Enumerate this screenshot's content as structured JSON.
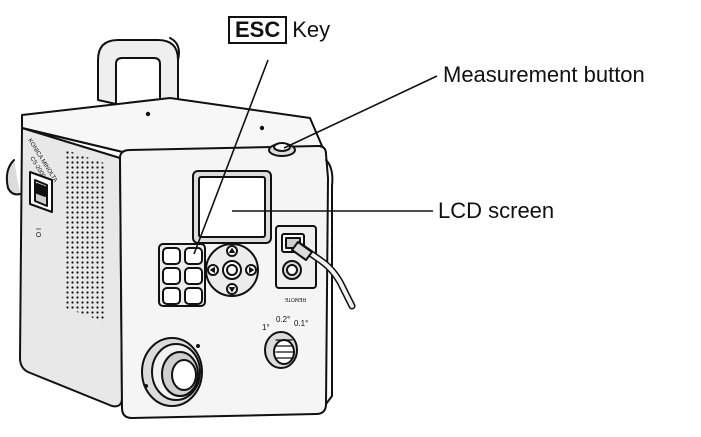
{
  "labels": {
    "esc_key_box": "ESC",
    "esc_key_suffix": "Key",
    "measurement_button": "Measurement button",
    "lcd_screen": "LCD screen"
  },
  "device": {
    "model_text": "CS-2000",
    "brand_text": "KONICA MINOLTA",
    "lens_label_left": "1°",
    "lens_label_mid": "0.2°",
    "lens_label_right": "0.1°",
    "port_label": "REMOTE"
  },
  "colors": {
    "ink": "#111111",
    "body_light": "#f4f4f4",
    "body_shade": "#dcdcdc",
    "body_dark": "#bfbfbf"
  }
}
